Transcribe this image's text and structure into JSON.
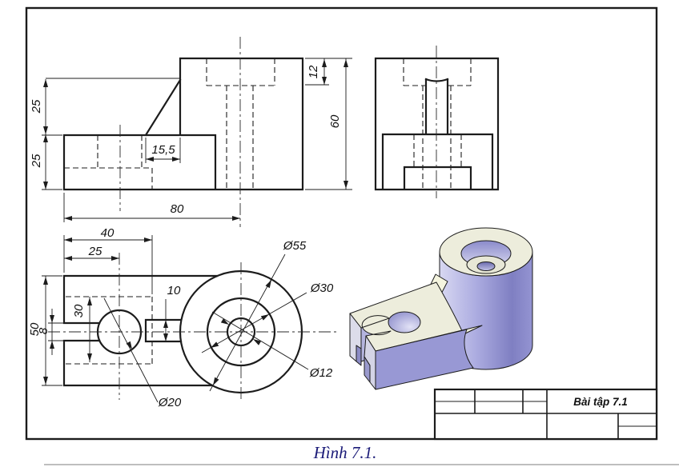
{
  "drawing": {
    "caption": "Hình 7.1.",
    "title_block": {
      "exercise_label": "Bài tập 7.1"
    },
    "front_view": {
      "dims": {
        "height_upper": "25",
        "height_lower": "25",
        "rib_run": "15,5",
        "base_length": "80",
        "bore_depth": "12",
        "total_height": "60"
      }
    },
    "top_view": {
      "dims": {
        "pocket_length": "40",
        "ball_center": "25",
        "plate_width": "50",
        "slot_width": "8",
        "pocket_width": "30",
        "rib_width": "10",
        "dia_outer": "Ø55",
        "dia_counterbore": "Ø30",
        "dia_hole": "Ø12",
        "dia_ball": "Ø20"
      }
    },
    "colors": {
      "line": "#1c1c1c",
      "caption_text": "#1b1b78",
      "iso_top_face": "#EDEDDC",
      "iso_side_face": "#9898D4",
      "iso_light_face": "#DCDCEA"
    }
  }
}
